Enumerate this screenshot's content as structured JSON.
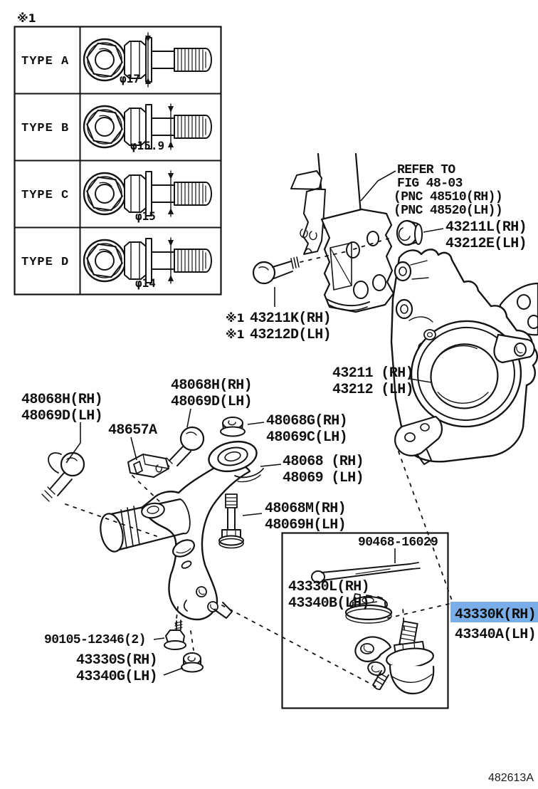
{
  "page": {
    "note_marker": "※1",
    "footer_code": "482613A"
  },
  "colors": {
    "highlight_bg": "#79AEE9",
    "highlight_text": "#1B2A5E"
  },
  "type_table": {
    "rows": [
      {
        "label": "TYPE A",
        "diameter": "φ17"
      },
      {
        "label": "TYPE B",
        "diameter": "φ15.9"
      },
      {
        "label": "TYPE C",
        "diameter": "φ15"
      },
      {
        "label": "TYPE D",
        "diameter": "φ14"
      }
    ]
  },
  "callouts": {
    "refer_note": {
      "line1": "REFER TO",
      "line2": "FIG 48-03",
      "line3": "(PNC 48510(RH))",
      "line4": "(PNC 48520(LH))"
    },
    "strut_nut": {
      "rh": "43211L(RH)",
      "lh": "43212E(LH)"
    },
    "strut_bolt": {
      "marker": "※1",
      "rh": "43211K(RH)",
      "lh": "43212D(LH)"
    },
    "knuckle": {
      "rh": "43211 (RH)",
      "lh": "43212 (LH)"
    },
    "arm_bolt_front": {
      "rh": "48068H(RH)",
      "lh": "48069D(LH)"
    },
    "arm_bolt_rear": {
      "rh": "48068H(RH)",
      "lh": "48069D(LH)"
    },
    "clamp_bracket": {
      "code": "48657A"
    },
    "arm_nut_rear": {
      "rh": "48068G(RH)",
      "lh": "48069C(LH)"
    },
    "control_arm": {
      "rh": "48068 (RH)",
      "lh": "48069 (LH)"
    },
    "arm_bolt_mount": {
      "rh": "48068M(RH)",
      "lh": "48069H(LH)"
    },
    "cotter_pin": {
      "code": "90468-16029"
    },
    "castle_nut": {
      "rh": "43330L(RH)",
      "lh": "43340B(LH)"
    },
    "ball_joint": {
      "rh": "43330K(RH)",
      "lh": "43340A(LH)"
    },
    "arm_bolt_lower": {
      "code": "90105-12346(2)"
    },
    "arm_nut_lower": {
      "rh": "43330S(RH)",
      "lh": "43340G(LH)"
    }
  }
}
